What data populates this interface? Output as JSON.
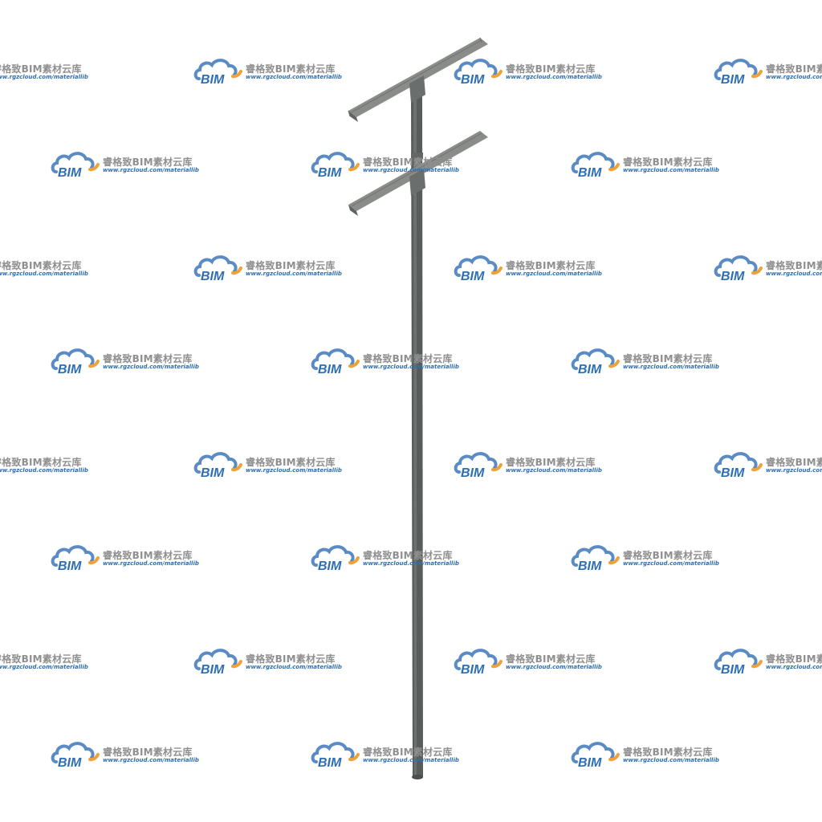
{
  "model": {
    "name": "utility-pole",
    "pole_color": "#585d5b",
    "pole_highlight": "#7a7f7d",
    "crossarm_color": "#8a8c8a",
    "crossarm_dark": "#5f6260"
  },
  "watermark": {
    "logo_text": "BIM",
    "brand": "睿格致BIM素材云库",
    "url": "www.rgzcloud.com/materiallib",
    "cloud_color": "#5b8bc4",
    "accent_color": "#f0a23a",
    "brand_color": "#8f8f8f",
    "url_color": "#2e6fb3"
  }
}
